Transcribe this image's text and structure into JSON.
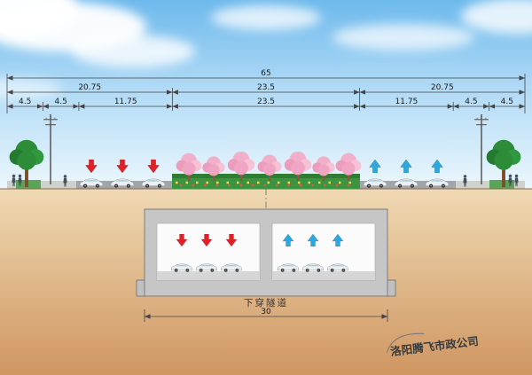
{
  "scene": {
    "dimensions": {
      "total": "65",
      "mid_row": [
        "20.75",
        "23.5",
        "20.75"
      ],
      "detail_row": [
        "4.5",
        "4.5",
        "11.75",
        "23.5",
        "11.75",
        "4.5",
        "4.5"
      ],
      "tunnel_width": "30"
    },
    "labels": {
      "tunnel": "下穿隧道",
      "watermark": "洛阳腾飞市政公司"
    },
    "colors": {
      "sky_top": "#6db9ec",
      "sky_horizon": "#ecf7fd",
      "ground_top": "#efd9b4",
      "ground_bottom": "#cf9662",
      "arrow_red": "#e21f26",
      "arrow_blue": "#2aa9e0",
      "median_green": "#3c9440",
      "blossom_pink": "#f2afca",
      "road_gray": "#9fa5ab",
      "concrete_gray": "#c6c6c6"
    }
  }
}
